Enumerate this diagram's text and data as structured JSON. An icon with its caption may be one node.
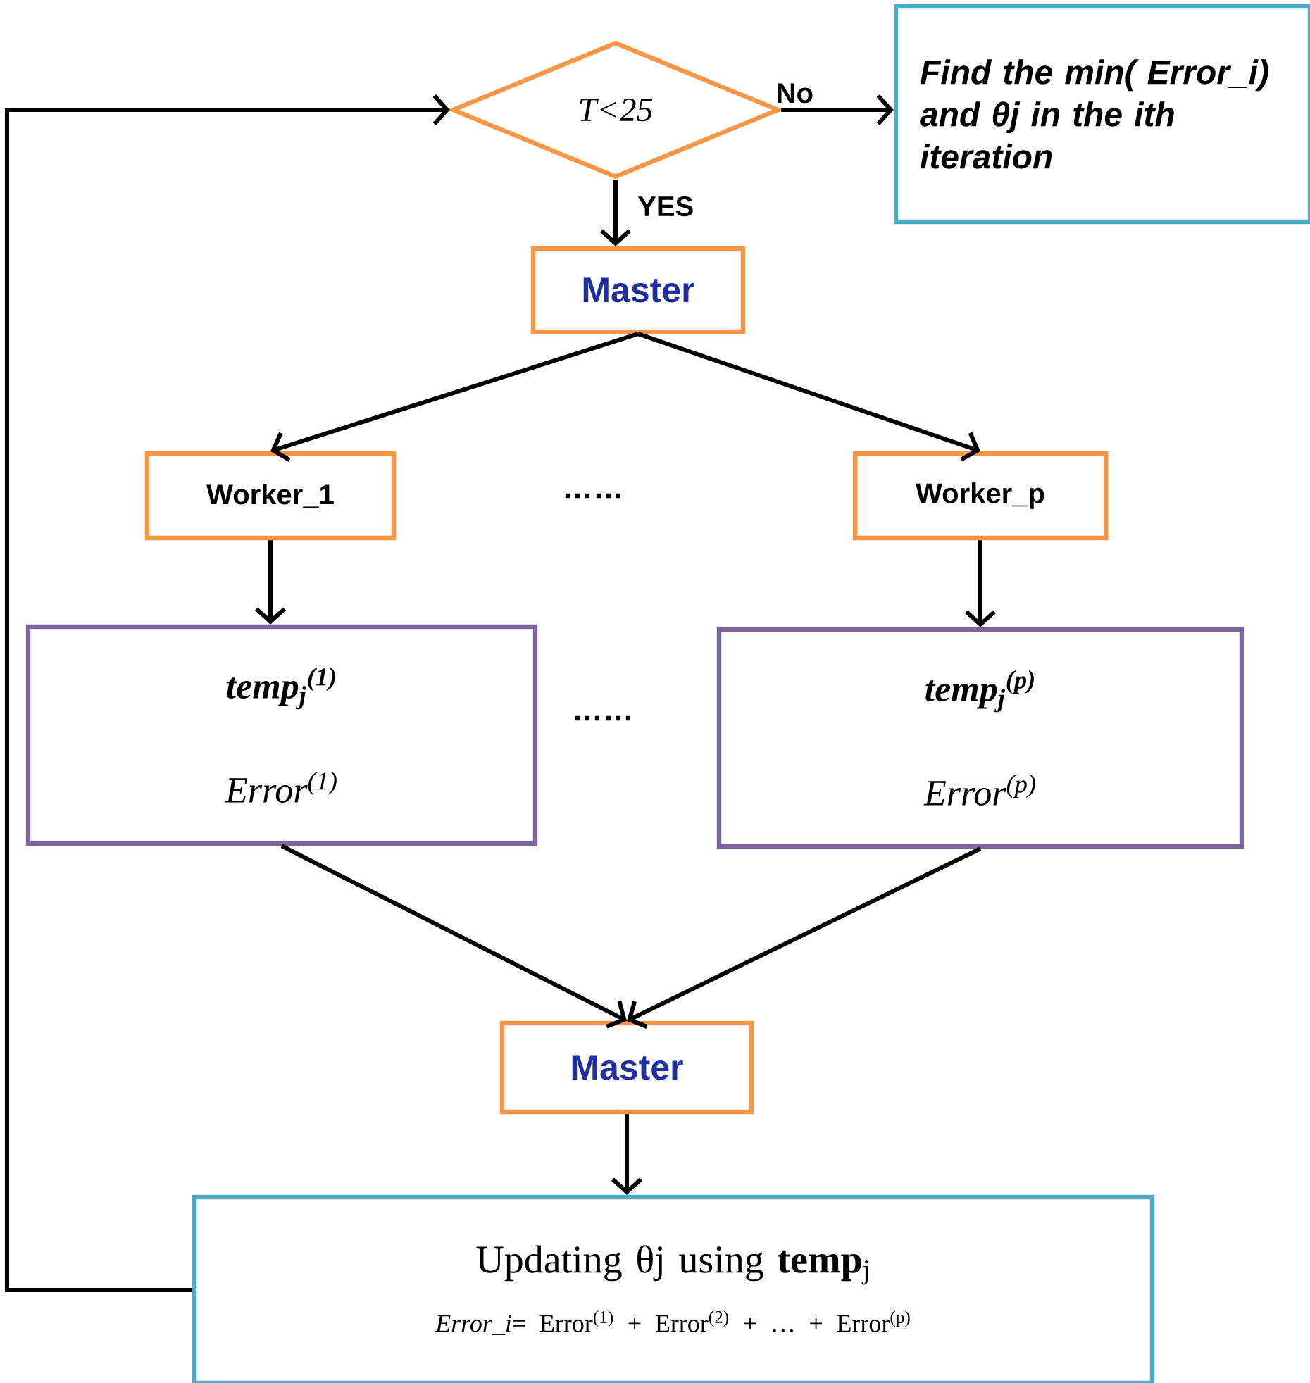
{
  "diagram": {
    "nodes": [
      {
        "text": [
          "T<25"
        ]
      },
      {
        "text": [
          "Find the min( Error_i) and θj in the ith iteration"
        ]
      },
      {
        "text": [
          "Master"
        ]
      },
      {
        "text": [
          "Worker_1"
        ]
      },
      {
        "text": [
          "Worker_p"
        ]
      },
      {
        "text": [
          "temp$_{j}$$^{(1)}$",
          "Error$^{(1)}$"
        ]
      },
      {
        "text": [
          "temp$_{j}$$^{(p)}$",
          "Error$^{(p)}$"
        ]
      },
      {
        "text": [
          "Master"
        ]
      },
      {
        "text": [
          "Updating θj using **temp**$_{j}$",
          "*Error_i*= Error$^{(1)}$ + Error$^{(2)}$ + … + Error$^{(p)}$"
        ]
      }
    ],
    "edges": [
      {
        "from": 0,
        "to": 1,
        "arrow": "to",
        "label": "No"
      },
      {
        "from": 0,
        "to": 2,
        "arrow": "to",
        "label": "YES"
      },
      {
        "from": 2,
        "to": 3,
        "arrow": "to"
      },
      {
        "from": 2,
        "to": 4,
        "arrow": "to"
      },
      {
        "from": 3,
        "to": 5,
        "arrow": "to"
      },
      {
        "from": 4,
        "to": 6,
        "arrow": "to"
      },
      {
        "from": 5,
        "to": 7,
        "arrow": "to"
      },
      {
        "from": 6,
        "to": 7,
        "arrow": "to"
      },
      {
        "from": 7,
        "to": 8,
        "arrow": "to"
      },
      {
        "from": 8,
        "to": 0,
        "arrow": "to"
      }
    ],
    "labels": [
      "……",
      "……"
    ]
  }
}
